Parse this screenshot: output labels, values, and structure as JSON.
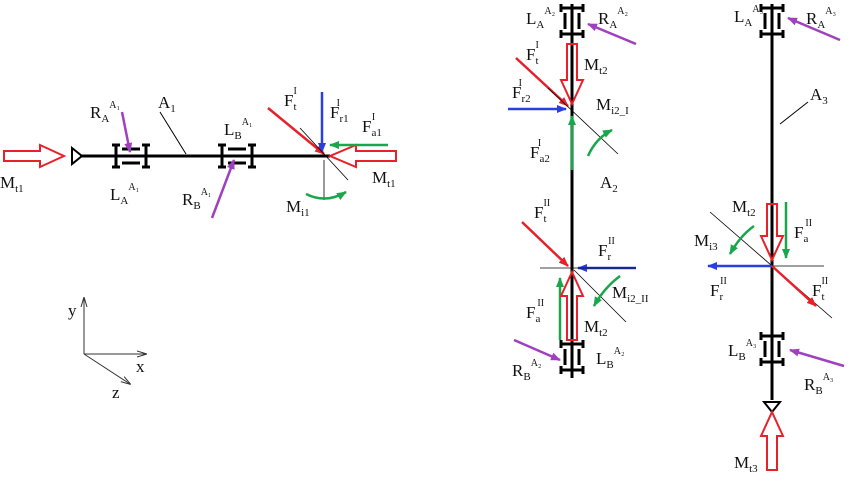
{
  "colors": {
    "shaft": "#000000",
    "tangential_force": "#e8202a",
    "torque_arrow": "#e8202a",
    "radial_force": "#2a3fe0",
    "axial_force": "#1aa64a",
    "bending_moment": "#1aa64a",
    "reaction": "#a040c0",
    "axes": "#333333"
  },
  "shaft1": {
    "name": "A",
    "name_sub": "1",
    "torque_left": "M",
    "torque_left_sub": "t1",
    "torque_right": "M",
    "torque_right_sub": "t1",
    "bearing_a": "L",
    "bearing_a_sub": "A",
    "bearing_a_sup": "A₁",
    "bearing_b": "L",
    "bearing_b_sub": "B",
    "bearing_b_sup": "A₁",
    "reaction_a": "R",
    "reaction_a_sub": "A",
    "reaction_a_sup": "A₁",
    "reaction_b": "R",
    "reaction_b_sub": "B",
    "reaction_b_sup": "A₁",
    "ft": "F",
    "ft_sub": "t",
    "ft_sup": "I",
    "fr": "F",
    "fr_sub": "r1",
    "fr_sup": "I",
    "fa": "F",
    "fa_sub": "a1",
    "fa_sup": "I",
    "mi": "M",
    "mi_sub": "i1"
  },
  "axes_sys": {
    "x": "x",
    "y": "y",
    "z": "z"
  },
  "shaft2": {
    "name": "A",
    "name_sub": "2",
    "bearing_a": "L",
    "bearing_a_sub": "A",
    "bearing_a_sup": "A₂",
    "reaction_a": "R",
    "reaction_a_sub": "A",
    "reaction_a_sup": "A₂",
    "bearing_b": "L",
    "bearing_b_sub": "B",
    "bearing_b_sup": "A₂",
    "reaction_b": "R",
    "reaction_b_sub": "B",
    "reaction_b_sup": "A₂",
    "ft1": "F",
    "ft1_sub": "t",
    "ft1_sup": "I",
    "mt_top": "M",
    "mt_top_sub": "t2",
    "fr1": "F",
    "fr1_sub": "r2",
    "fr1_sup": "I",
    "mi1": "M",
    "mi1_sub": "i2_I",
    "fa1": "F",
    "fa1_sub": "a2",
    "fa1_sup": "I",
    "ft2": "F",
    "ft2_sub": "t",
    "ft2_sup": "II",
    "fr2": "F",
    "fr2_sub": "r",
    "fr2_sup": "II",
    "mi2": "M",
    "mi2_sub": "i2_II",
    "fa2": "F",
    "fa2_sub": "a",
    "fa2_sup": "II",
    "mt_bot": "M",
    "mt_bot_sub": "t2"
  },
  "shaft3": {
    "name": "A",
    "name_sub": "3",
    "bearing_a": "L",
    "bearing_a_sub": "A",
    "bearing_a_sup": "A₃",
    "reaction_a": "R",
    "reaction_a_sub": "A",
    "reaction_a_sup": "A₃",
    "mt": "M",
    "mt_sub": "t2",
    "fa": "F",
    "fa_sub": "a",
    "fa_sup": "II",
    "mi": "M",
    "mi_sub": "i3",
    "fr": "F",
    "fr_sub": "r",
    "fr_sup": "II",
    "ft": "F",
    "ft_sub": "t",
    "ft_sup": "II",
    "bearing_b": "L",
    "bearing_b_sub": "B",
    "bearing_b_sup": "A₃",
    "reaction_b": "R",
    "reaction_b_sub": "B",
    "reaction_b_sup": "A₃",
    "mt3": "M",
    "mt3_sub": "t3"
  }
}
